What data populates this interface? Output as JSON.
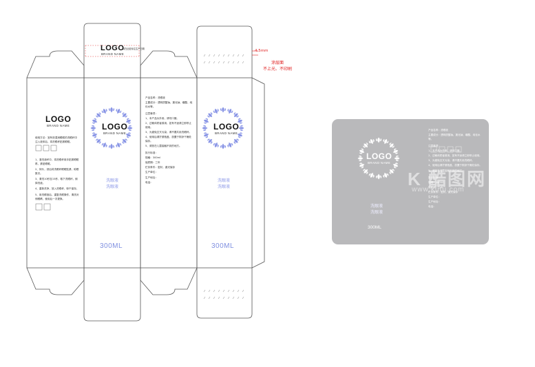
{
  "box": {
    "logo": "LOGO",
    "brand": "BRAND NAME",
    "top_flap_logo": "LOGO",
    "top_flap_brand": "BRAND NAME",
    "top_flap_note": "请在此处标注生产日期",
    "product_name_line1": "洗眼液",
    "product_name_line2": "洗眼液",
    "volume": "300ML"
  },
  "annotations": {
    "dimension": "4.5mm",
    "coating_line1": "涂层面",
    "coating_line2": "不上光、不印刷"
  },
  "left_panel": {
    "usage": "使用方法：宜有效湿润眼眶的洗眼杯中注入液体后，将洗眼杯贴紧眼眶。",
    "steps": [
      "1、灌洗液杯中，将洗眼杯用手贴紧眼眶再，紧贴眼眶。",
      "2、仰头，然后将洗眼杯眼眶贴紧，眨眼数次。",
      "3、清洗10秒至15秒，取下洗眼杯，倒掉洗液。",
      "4、重新洗净，放入洗眼杯，晾干保存。",
      "5、用洗眼液后，重复洗眼操作，清洗对侧眼睛，使用后一次更换。"
    ]
  },
  "info_panel": {
    "lines": [
      "产品名称：洗眼液",
      "主要成分：透明质酸钠、氯化钠、硼酸、纯化水等。",
      "注意事项：",
      "1、本产品为外用，请勿口服。",
      "2、过敏体质者慎用，如有不适请立即停止使用。",
      "3、为避免交叉污染，请不要共用洗眼杯。",
      "4、使用后请拧紧瓶盖，放置于阴凉干燥处保存。",
      "5、请放在儿童接触不到的地方。",
      "执行标准：",
      "规格：300ml",
      "保质期：三年",
      "贮存条件：密封，避光保存",
      "生产单位：",
      "生产地址：",
      "电话："
    ]
  },
  "watermark": {
    "text": "K 酷图网",
    "url": "www.kutu.com"
  },
  "colors": {
    "die_line": "#555555",
    "floral_accent": "#8a96e6",
    "product_text": "#8f9be8",
    "annotation_red": "#e02020",
    "preview_card": "#b9b9bb"
  }
}
